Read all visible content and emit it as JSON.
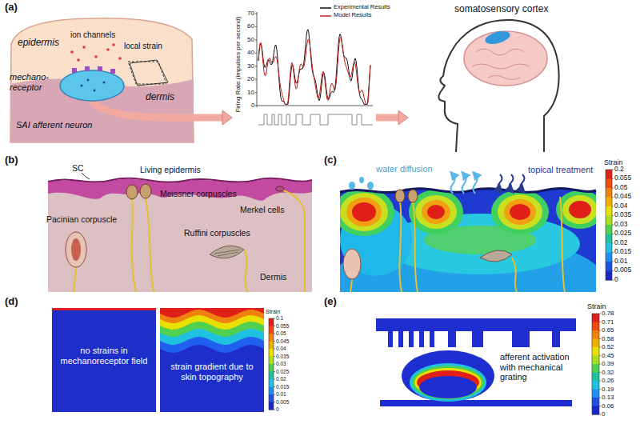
{
  "diagram": {
    "nodes": [
      {
        "text": [
          "epidermis",
          "dermis"
        ]
      },
      {
        "text": [
          "Firing Rate (impulses per second)"
        ]
      },
      {
        "text": [
          "somatosensory cortex"
        ]
      }
    ],
    "edges": [
      {
        "from": 0,
        "to": 1,
        "arrow": "to"
      },
      {
        "from": 1,
        "to": 2,
        "arrow": "to"
      }
    ],
    "labels": [
      "(a)",
      "ion channels",
      "local strain",
      "mechano- receptor",
      "SAI afferent neuron",
      "70",
      "60",
      "50",
      "40",
      "30",
      "20",
      "10",
      "0",
      "(b)",
      "SC",
      "Living epidermis",
      "Meissner corpuscles",
      "Pacinian corpuscle",
      "Ruffini corpuscles",
      "Merkel cells",
      "Dermis",
      "(c)",
      "water diffusion",
      "topical treatment",
      "Strain",
      "0.2",
      "0.055",
      "0.05",
      "0.045",
      "0.04",
      "0.035",
      "0.03",
      "0.025",
      "0.02",
      "0.015",
      "0.01",
      "0.005",
      "0",
      "(d)",
      "no strains in mechanoreceptor field",
      "strain gradient due to skin topography",
      "Strain",
      "0.1",
      "0.055",
      "0.05",
      "0.045",
      "0.04",
      "0.035",
      "0.03",
      "0.025",
      "0.02",
      "0.015",
      "0.01",
      "0.005",
      "0",
      "(e)",
      "afferent activation with mechanical grating",
      "Strain",
      "0.78",
      "0.71",
      "0.65",
      "0.58",
      "0.52",
      "0.45",
      "0.39",
      "0.32",
      "0.26",
      "0.19",
      "0.13",
      "0.06",
      "0"
    ],
    "legend": [
      {
        "text": "Experimental Results"
      },
      {
        "text": "Model Results"
      }
    ]
  }
}
